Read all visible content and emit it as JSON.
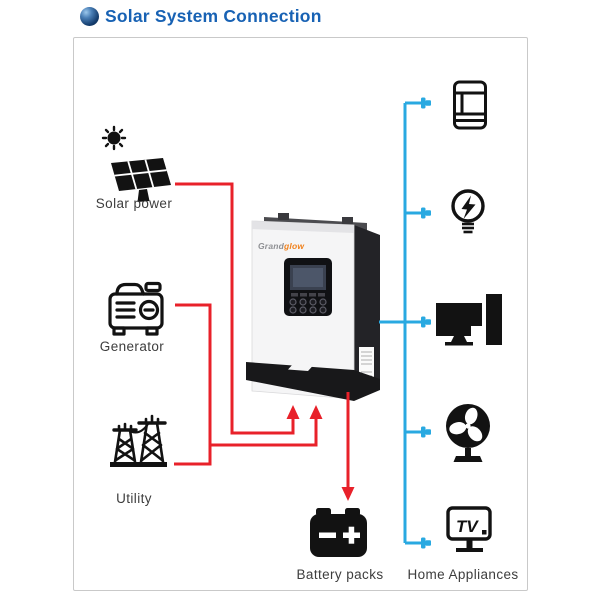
{
  "title": {
    "icon": "sphere-bullet-icon",
    "text": "Solar System Connection"
  },
  "diagram": {
    "colors": {
      "input_line": "#e8212a",
      "output_line": "#29a9e1",
      "icon_black": "#121212",
      "title_blue": "#1862b4",
      "frame_border": "#c9c9c9"
    },
    "sources": [
      {
        "label": "Solar power",
        "icon": "solar-panel-sun-icon"
      },
      {
        "label": "Generator",
        "icon": "generator-icon"
      },
      {
        "label": "Utility",
        "icon": "power-towers-icon"
      }
    ],
    "inverter": {
      "brand_prefix": "Grand",
      "brand_suffix": "glow"
    },
    "battery": {
      "label": "Battery packs",
      "icon": "battery-icon"
    },
    "appliances": {
      "label": "Home Appliances",
      "icons": [
        "refrigerator-icon",
        "light-bulb-icon",
        "desktop-computer-icon",
        "fan-icon",
        "tv-icon"
      ]
    }
  }
}
